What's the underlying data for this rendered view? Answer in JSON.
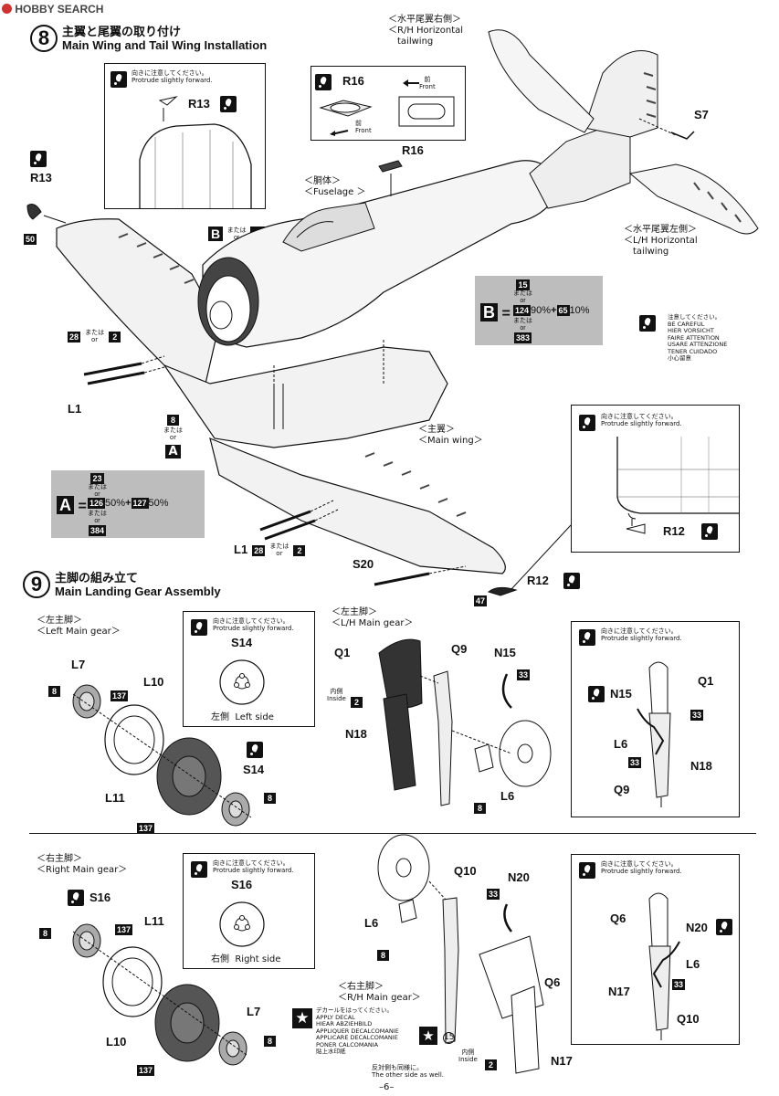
{
  "header": {
    "logo_text": "HOBBY SEARCH",
    "page_number": "–6–"
  },
  "step8": {
    "number": "8",
    "title_jp": "主翼と尾翼の取り付け",
    "title_en": "Main Wing and Tail Wing Installation",
    "caution_jp": "向きに注意してください。",
    "caution_en": "Protrude slightly forward.",
    "r13": "R13",
    "r16": "R16",
    "r12": "R12",
    "s7": "S7",
    "s20": "S20",
    "l1": "L1",
    "front_jp": "前",
    "front_en": "Front",
    "fuselage_jp": "＜胴体＞",
    "fuselage_en": "＜Fuselage ＞",
    "rh_tail_jp": "＜水平尾翼右側＞",
    "rh_tail_en1": "＜R/H Horizontal",
    "rh_tail_en2": "tailwing",
    "lh_tail_jp": "＜水平尾翼左側＞",
    "lh_tail_en1": "＜L/H Horizontal",
    "lh_tail_en2": "tailwing",
    "mainwing_jp": "＜主翼＞",
    "mainwing_en": "＜Main wing＞",
    "or_jp": "または",
    "or_en": "or",
    "n50": "50",
    "n28": "28",
    "n2": "2",
    "n8": "8",
    "n47": "47",
    "letter_b": "B",
    "letter_a": "A",
    "formula_b": {
      "n15": "15",
      "n124": "124",
      "p1": "90%",
      "plus": "+",
      "n65": "65",
      "p2": "10%",
      "n383": "383"
    },
    "formula_a": {
      "n23": "23",
      "n126": "126",
      "p1": "50%",
      "plus": "+",
      "n127": "127",
      "p2": "50%",
      "n384": "384"
    },
    "careful": [
      "注意してください。",
      "BE CAREFUL",
      "HIER VORSICHT",
      "FAIRE ATTENTION",
      "USARE ATTENZIONE",
      "TENER CUIDADO",
      "小心留意"
    ]
  },
  "step9": {
    "number": "9",
    "title_jp": "主脚の組み立て",
    "title_en": "Main Landing Gear Assembly",
    "left_jp": "＜左主脚＞",
    "left_en": "＜Left Main gear＞",
    "lh_jp": "＜左主脚＞",
    "lh_en": "＜L/H Main gear＞",
    "right_jp": "＜右主脚＞",
    "right_en": "＜Right Main gear＞",
    "rh_jp": "＜右主脚＞",
    "rh_en": "＜R/H Main gear＞",
    "s14": "S14",
    "s16": "S16",
    "left_side_jp": "左側",
    "left_side_en": "Left side",
    "right_side_jp": "右側",
    "right_side_en": "Right side",
    "inside_jp": "内側",
    "inside_en": "Inside",
    "parts": {
      "l7": "L7",
      "l10": "L10",
      "l11": "L11",
      "q1": "Q1",
      "q9": "Q9",
      "n15": "N15",
      "n18": "N18",
      "l6": "L6",
      "q10": "Q10",
      "n20": "N20",
      "q6": "Q6",
      "n17": "N17"
    },
    "nums": {
      "n8": "8",
      "n137": "137",
      "n2": "2",
      "n33": "33",
      "n15": "15"
    },
    "decal": [
      "デカールをはってください。",
      "APPLY DECAL",
      "HIEAR ABZIEHBILD",
      "APPLIQUER DECALCOMANIE",
      "APPLICARE DECALCOMANIE",
      "PONER CALCOMANIA",
      "貼上水印紙"
    ],
    "other_side_jp": "反対側も同様に。",
    "other_side_en": "The other side as well."
  }
}
